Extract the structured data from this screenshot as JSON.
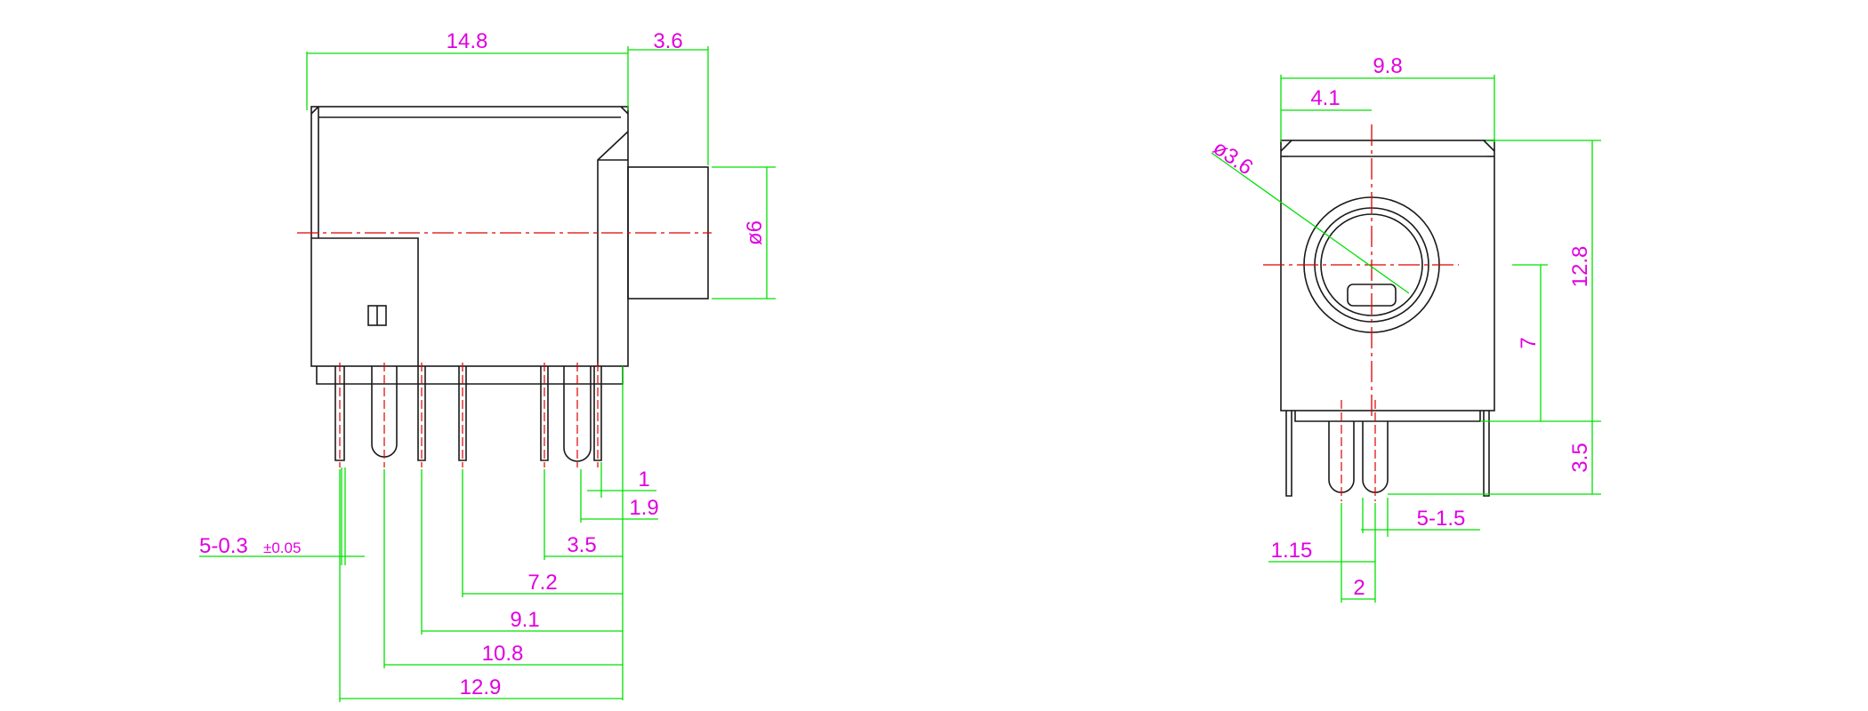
{
  "side_view": {
    "dims": {
      "length": "14.8",
      "nose_length": "3.6",
      "nose_dia": "ø6",
      "pin_thickness_main": "5-0.3",
      "pin_thickness_tol": "±0.05",
      "p1": "1",
      "p2": "1.9",
      "p3": "3.5",
      "p4": "7.2",
      "p5": "9.1",
      "p6": "10.8",
      "p7": "12.9"
    }
  },
  "front_view": {
    "dims": {
      "width": "9.8",
      "center_offset": "4.1",
      "hole_dia": "ø3.6",
      "height": "12.8",
      "axis_height": "7",
      "pin_length": "3.5",
      "pin_width": "5-1.5",
      "pin_offset": "1.15",
      "pin_pitch": "2"
    }
  },
  "colors": {
    "outline": "#1a1a1a",
    "dimension_line": "#00e000",
    "center_line": "#e00000",
    "dimension_text": "#e000e0"
  }
}
